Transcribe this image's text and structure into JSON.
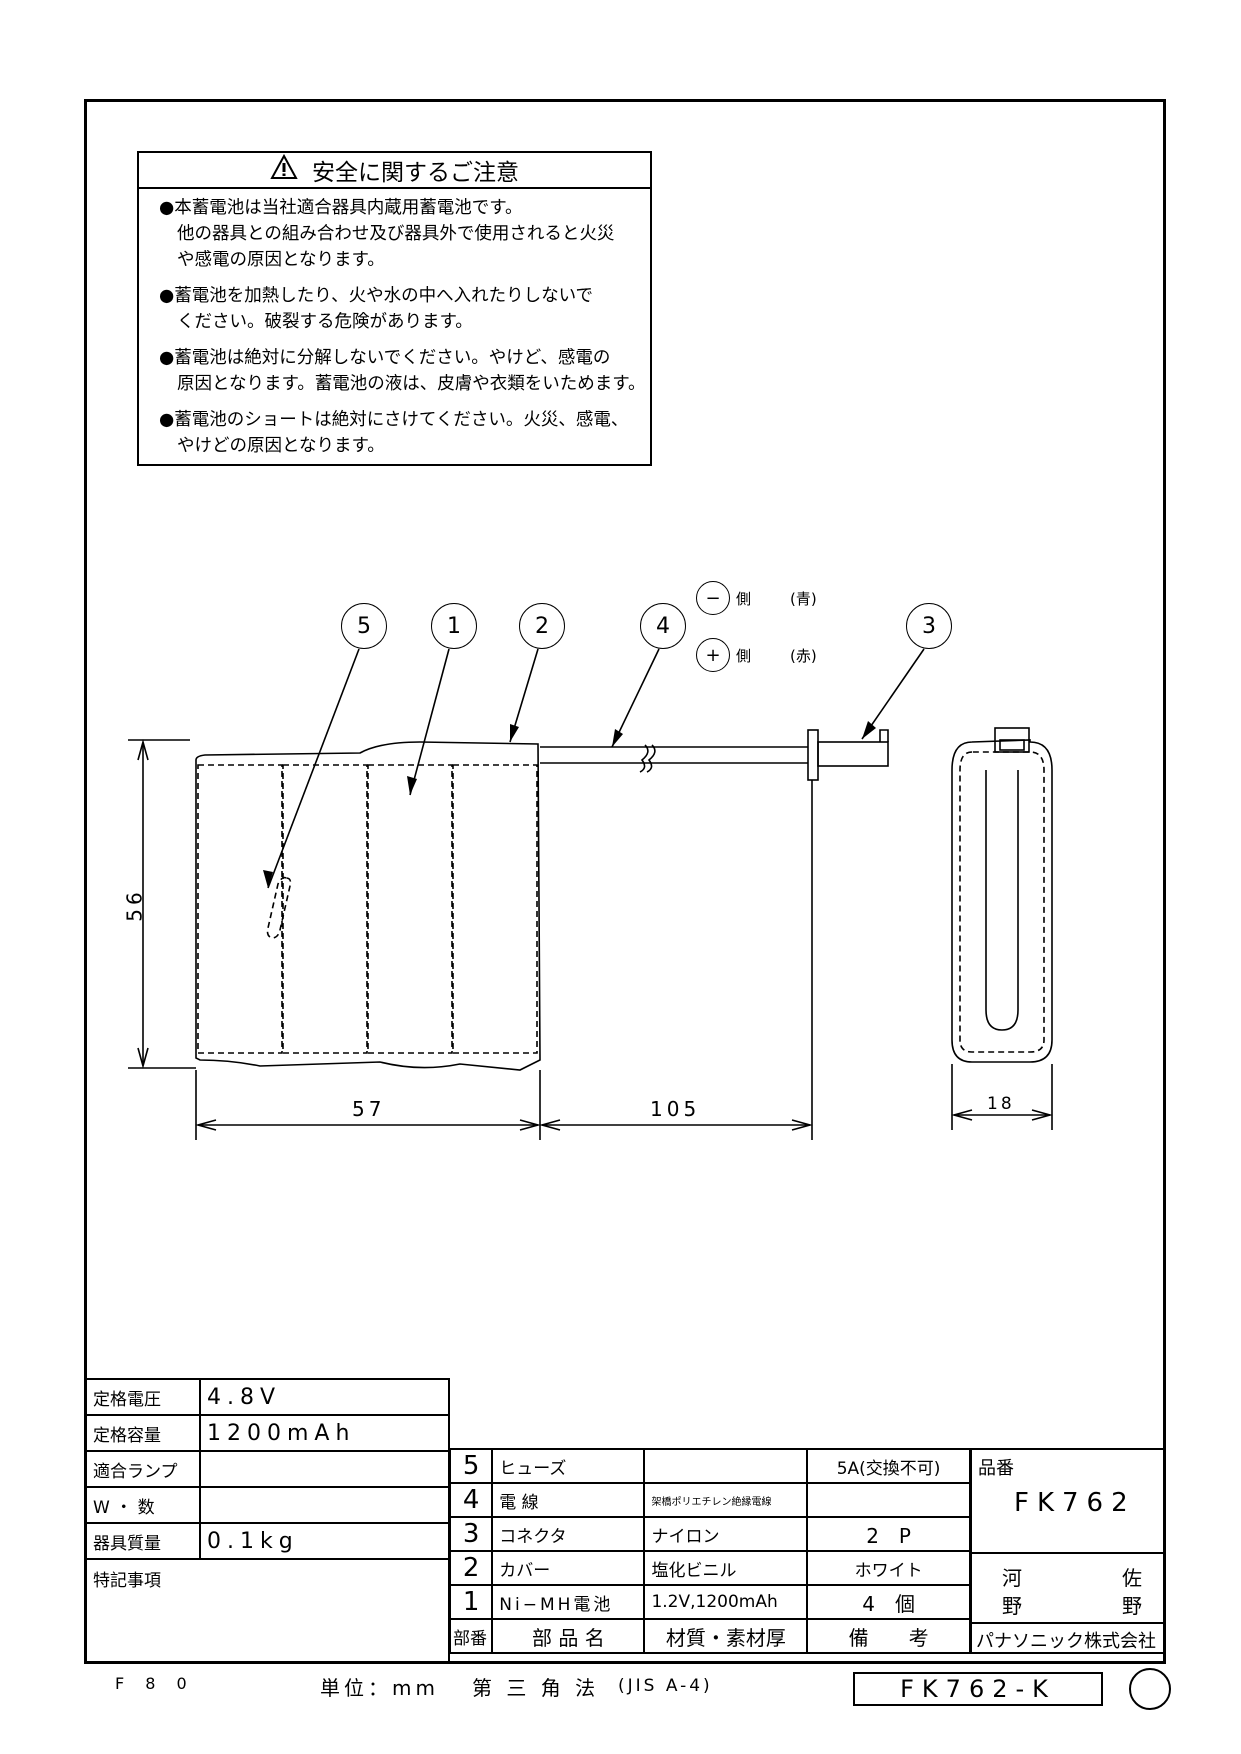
{
  "warning": {
    "title": "安全に関するご注意",
    "items": [
      {
        "lines": [
          "●本蓄電池は当社適合器具内蔵用蓄電池です。",
          "他の器具との組み合わせ及び器具外で使用されると火災",
          "や感電の原因となります。"
        ]
      },
      {
        "lines": [
          "●蓄電池を加熱したり、火や水の中へ入れたりしないで",
          "ください。破裂する危険があります。"
        ]
      },
      {
        "lines": [
          "●蓄電池は絶対に分解しないでください。やけど、感電の",
          "原因となります。蓄電池の液は、皮膚や衣類をいためます。"
        ]
      },
      {
        "lines": [
          "●蓄電池のショートは絶対にさけてください。火災、感電、",
          "やけどの原因となります。"
        ]
      }
    ]
  },
  "drawing": {
    "callouts": [
      "5",
      "1",
      "2",
      "4",
      "3"
    ],
    "polarity": [
      {
        "sign": "−",
        "side": "側",
        "color": "(青)"
      },
      {
        "sign": "+",
        "side": "側",
        "color": "(赤)"
      }
    ],
    "dimensions": {
      "height": "56",
      "width": "57",
      "wire_length": "105",
      "depth": "18"
    }
  },
  "spec_table": [
    {
      "label": "定格電圧",
      "value": "4.8V"
    },
    {
      "label": "定格容量",
      "value": "1200mAh"
    },
    {
      "label": "適合ランプ",
      "value": ""
    },
    {
      "label": "W ・ 数",
      "value": ""
    },
    {
      "label": "器具質量",
      "value": "0.1kg"
    },
    {
      "label": "特記事項",
      "value": ""
    }
  ],
  "parts_table": {
    "rows": [
      {
        "no": "5",
        "name": "ヒューズ",
        "material": "",
        "note": "5A(交換不可)"
      },
      {
        "no": "4",
        "name": "電 線",
        "material": "架橋ポリエチレン絶縁電線",
        "note": ""
      },
      {
        "no": "3",
        "name": "コネクタ",
        "material": "ナイロン",
        "note": "2　P"
      },
      {
        "no": "2",
        "name": "カバー",
        "material": "塩化ビニル",
        "note": "ホワイト"
      },
      {
        "no": "1",
        "name": "Ni−MH電池",
        "material": "1.2V,1200mAh",
        "note": "4　個"
      }
    ],
    "header": {
      "no": "部番",
      "name": "部 品 名",
      "material": "材質・素材厚",
      "note": "備　　考"
    }
  },
  "title_block": {
    "part_no_label": "品番",
    "part_no": "FK762",
    "signatures": [
      "河",
      "佐",
      "野",
      "野"
    ],
    "company": "パナソニック株式会社"
  },
  "footer": {
    "code": "F 8 0",
    "unit": "単位：mm",
    "projection": "第 三 角 法",
    "size": "(JIS A-4)",
    "drawing_no": "FK762-K"
  }
}
